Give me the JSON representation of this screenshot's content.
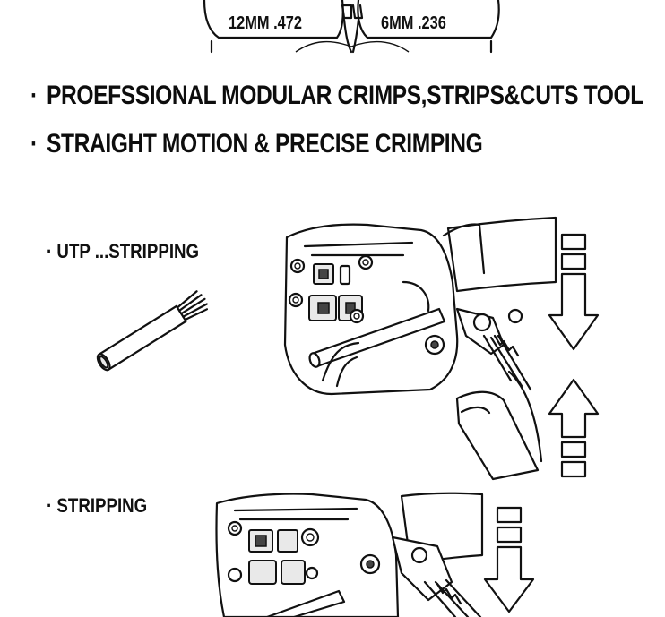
{
  "top_labels": {
    "left_size": "12MM .472",
    "right_size": "6MM .236"
  },
  "features": [
    "PROEFSSIONAL MODULAR CRIMPS,STRIPS&CUTS TOOL",
    "STRAIGHT MOTION & PRECISE CRIMPING"
  ],
  "steps": {
    "utp_label": "UTP ...STRIPPING",
    "strip_label": "STRIPPING"
  },
  "colors": {
    "ink": "#111111",
    "background": "#ffffff"
  },
  "icons": [
    "crimp-head-outline-icon",
    "crimping-tool-icon",
    "cable-icon",
    "arrow-down-icon",
    "arrow-up-icon"
  ]
}
